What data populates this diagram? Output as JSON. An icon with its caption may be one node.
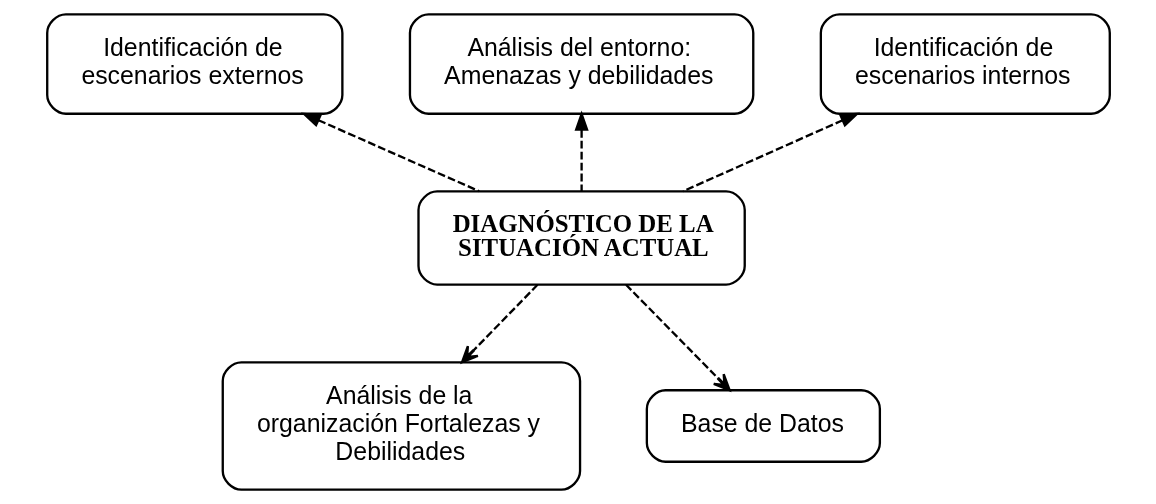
{
  "diagram": {
    "nodes": [
      {
        "text": [
          "Identificación de escenarios externos"
        ]
      },
      {
        "text": [
          "Análisis del entorno: Amenazas y debilidades"
        ]
      },
      {
        "text": [
          "Identificación de escenarios internos"
        ]
      },
      {
        "text": [
          "DIAGNÓSTICO DE LA SITUACIÓN ACTUAL"
        ]
      },
      {
        "text": [
          "Análisis de la organización Fortalezas y Debilidades"
        ]
      },
      {
        "text": [
          "Base de Datos"
        ]
      }
    ],
    "edges": [
      {
        "from": 3,
        "to": 0,
        "arrow": "to",
        "style": "dashed"
      },
      {
        "from": 3,
        "to": 1,
        "arrow": "to",
        "style": "dashed"
      },
      {
        "from": 3,
        "to": 2,
        "arrow": "to",
        "style": "dashed"
      },
      {
        "from": 3,
        "to": 4,
        "arrow": "to",
        "style": "dashed"
      },
      {
        "from": 3,
        "to": 5,
        "arrow": "to",
        "style": "dashed"
      }
    ]
  }
}
